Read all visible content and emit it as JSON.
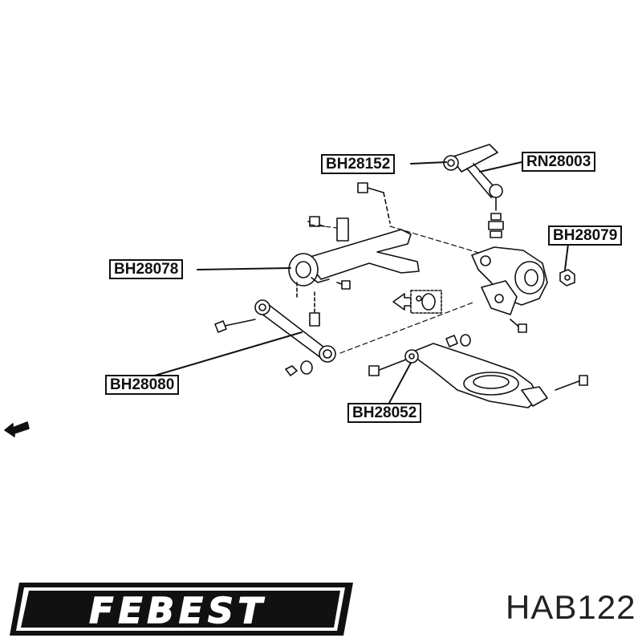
{
  "labels": {
    "bh28152": "BH28152",
    "rn28003": "RN28003",
    "bh28079": "BH28079",
    "bh28078": "BH28078",
    "bh28080": "BH28080",
    "bh28052": "BH28052"
  },
  "brand": {
    "logo_text": "FEBEST",
    "catalog_number": "HAB122"
  },
  "colors": {
    "ink": "#111111",
    "background": "#ffffff"
  }
}
